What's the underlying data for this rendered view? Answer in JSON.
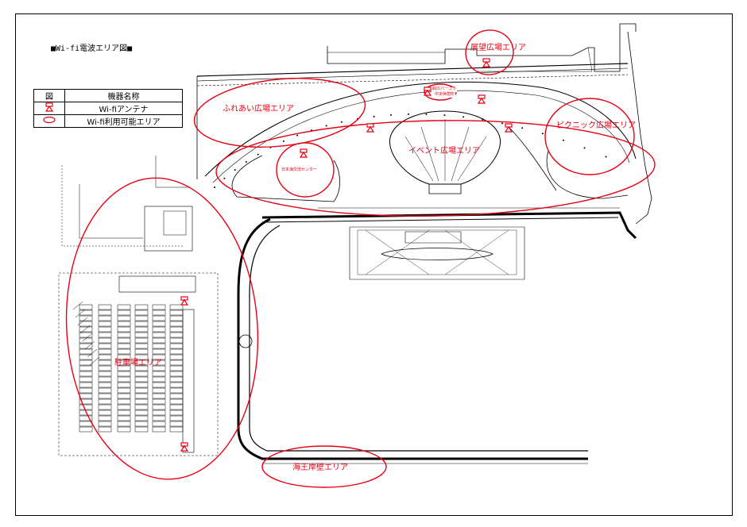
{
  "title": "■Wi-fi電波エリア図■",
  "legend": {
    "header_symbol": "図",
    "header_name": "機器名称",
    "rows": [
      {
        "icon": "antenna-icon",
        "name": "Wi-fiアンテナ"
      },
      {
        "icon": "area-ellipse-icon",
        "name": "Wi-fi利用可能エリア"
      }
    ]
  },
  "areas": [
    {
      "id": "tenbo",
      "label": "展望広場エリア"
    },
    {
      "id": "fureai",
      "label": "ふれあい広場エリア"
    },
    {
      "id": "event",
      "label": "イベント広場エリア"
    },
    {
      "id": "picnic",
      "label": "ピクニック広場エリア"
    },
    {
      "id": "parking",
      "label": "駐車場エリア"
    },
    {
      "id": "kaio",
      "label": "海王岸壁エリア"
    }
  ],
  "buildings": [
    {
      "id": "nihonkai",
      "label": "日本海交流センター"
    },
    {
      "id": "hijiki",
      "label": "緑のパーゴラ"
    },
    {
      "id": "hijiki2",
      "label": "中央休憩所"
    }
  ],
  "colors": {
    "area_outline": "#e60012",
    "drawing_lines": "#000000"
  }
}
